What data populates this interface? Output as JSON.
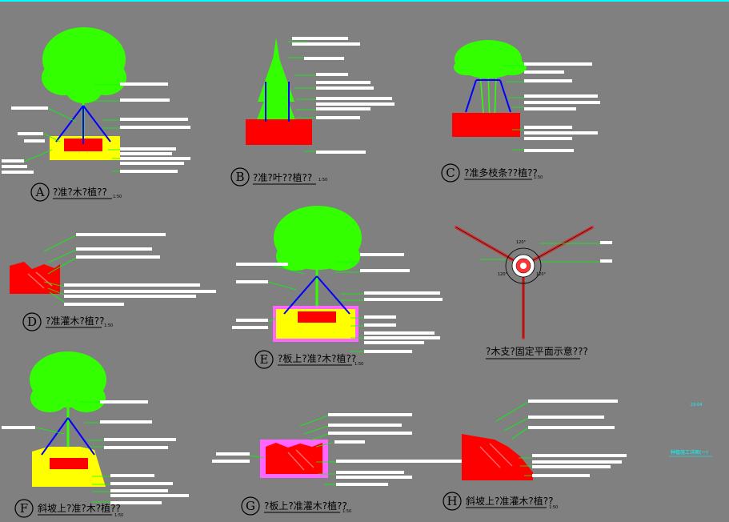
{
  "colors": {
    "background": "#808080",
    "frame_line": "#00ffff",
    "foliage": "#33ff00",
    "soil": "#ff0000",
    "planting_soil": "#ffff00",
    "support_pole": "#0000ff",
    "leader_line": "#00ff00",
    "label_text": "#000000",
    "annotation_text": "#ffffff",
    "sheet_label_text": "#00ffff"
  },
  "sheet": {
    "code": "23-04",
    "name": "种植施工详图(一)"
  },
  "details": {
    "A": {
      "letter": "A",
      "title": "?准?木?植??",
      "scale": "1:50"
    },
    "B": {
      "letter": "B",
      "title": "?准?叶??植??",
      "scale": "1:50"
    },
    "C": {
      "letter": "C",
      "title": "?准多枝条??植??",
      "scale": "1:50"
    },
    "D": {
      "letter": "D",
      "title": "?准灌木?植??",
      "scale": "1:50"
    },
    "E": {
      "letter": "E",
      "title": "?板上?准?木?植??",
      "scale": "1:50"
    },
    "F": {
      "letter": "F",
      "title": "斜坡上?准?木?植??",
      "scale": "1:50"
    },
    "G": {
      "letter": "G",
      "title": "?板上?准灌木?植??",
      "scale": "1:50"
    },
    "H": {
      "letter": "H",
      "title": "斜坡上?准灌木?植??",
      "scale": "1:50"
    }
  },
  "support_plan": {
    "title": "?木支?固定平面示意???",
    "angles": [
      "120°",
      "120°",
      "120°"
    ]
  }
}
